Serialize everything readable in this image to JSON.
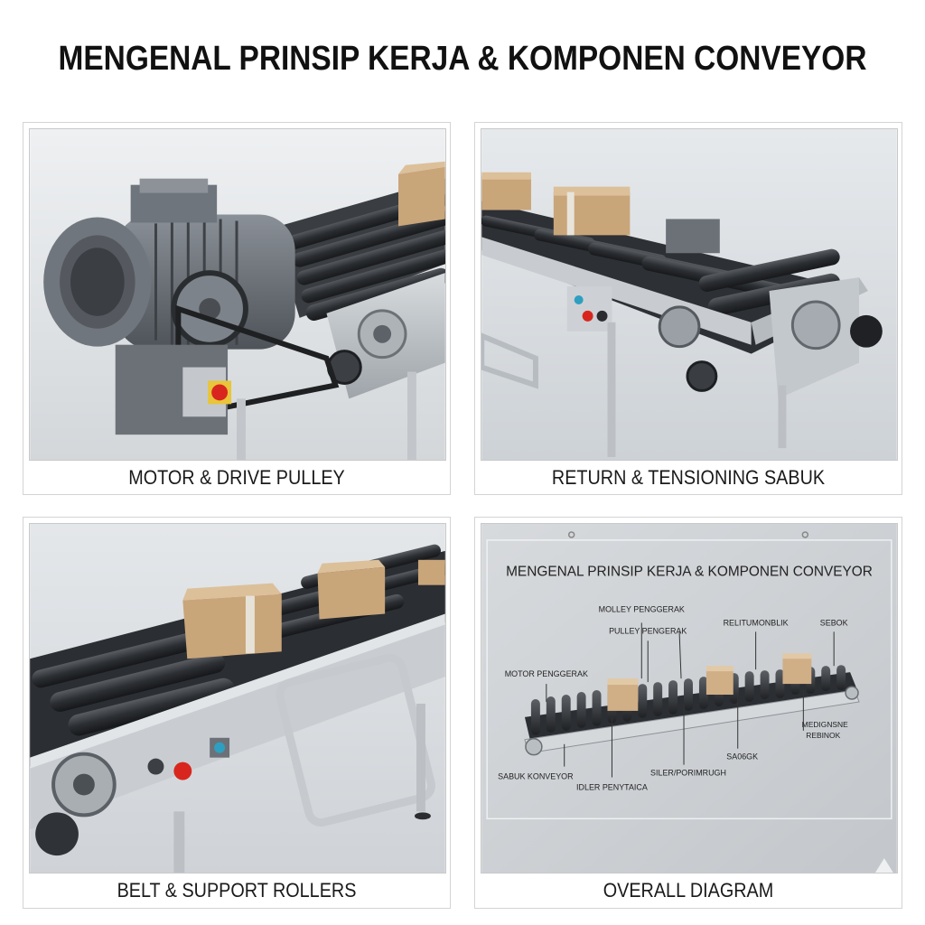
{
  "title": "MENGENAL PRINSIP KERJA & KOMPONEN CONVEYOR",
  "panels": [
    {
      "caption": "MOTOR & DRIVE PULLEY"
    },
    {
      "caption": "RETURN & TENSIONING SABUK"
    },
    {
      "caption": "BELT & SUPPORT ROLLERS"
    },
    {
      "caption": "OVERALL DIAGRAM"
    }
  ],
  "diagram": {
    "title": "MENGENAL PRINSIP KERJA & KOMPONEN CONVEYOR",
    "labels": {
      "molley": "MOLLEY PENGGERAK",
      "pulley": "PULLEY PENGERAK",
      "relit": "RELITUMONBLIK",
      "sebok": "SEBOK",
      "motor": "MOTOR PENGGERAK",
      "medig_1": "MEDIGNSNE",
      "medig_2": "REBINOK",
      "sabuk": "SABUK KONVEYOR",
      "idler": "IDLER PENYTAICA",
      "siler": "SILER/PORIMRUGH",
      "sa06gk": "SA06GK"
    }
  },
  "colors": {
    "floor": "#d9dde0",
    "roller": "#2f3236",
    "frame": "#b9bec3",
    "motor": "#6f757c",
    "box": "#c9a57a",
    "red": "#d8261e"
  }
}
